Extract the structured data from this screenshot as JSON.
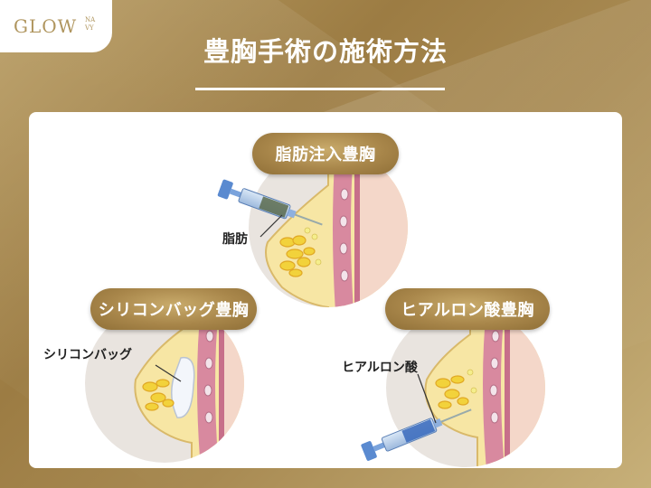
{
  "brand": {
    "logo": "GLOW",
    "logo_sub": "NA VY"
  },
  "page": {
    "title": "豊胸手術の施術方法"
  },
  "methods": [
    {
      "label": "脂肪注入豊胸",
      "annotation": "脂肪"
    },
    {
      "label": "シリコンバッグ豊胸",
      "annotation": "シリコンバッグ"
    },
    {
      "label": "ヒアルロン酸豊胸",
      "annotation": "ヒアルロン酸"
    }
  ],
  "colors": {
    "gold": "#a8864a",
    "skin": "#f6e7a6",
    "muscle": "#d98aa3",
    "gland": "#f2d23b",
    "syringe": "#4a7ec7"
  }
}
